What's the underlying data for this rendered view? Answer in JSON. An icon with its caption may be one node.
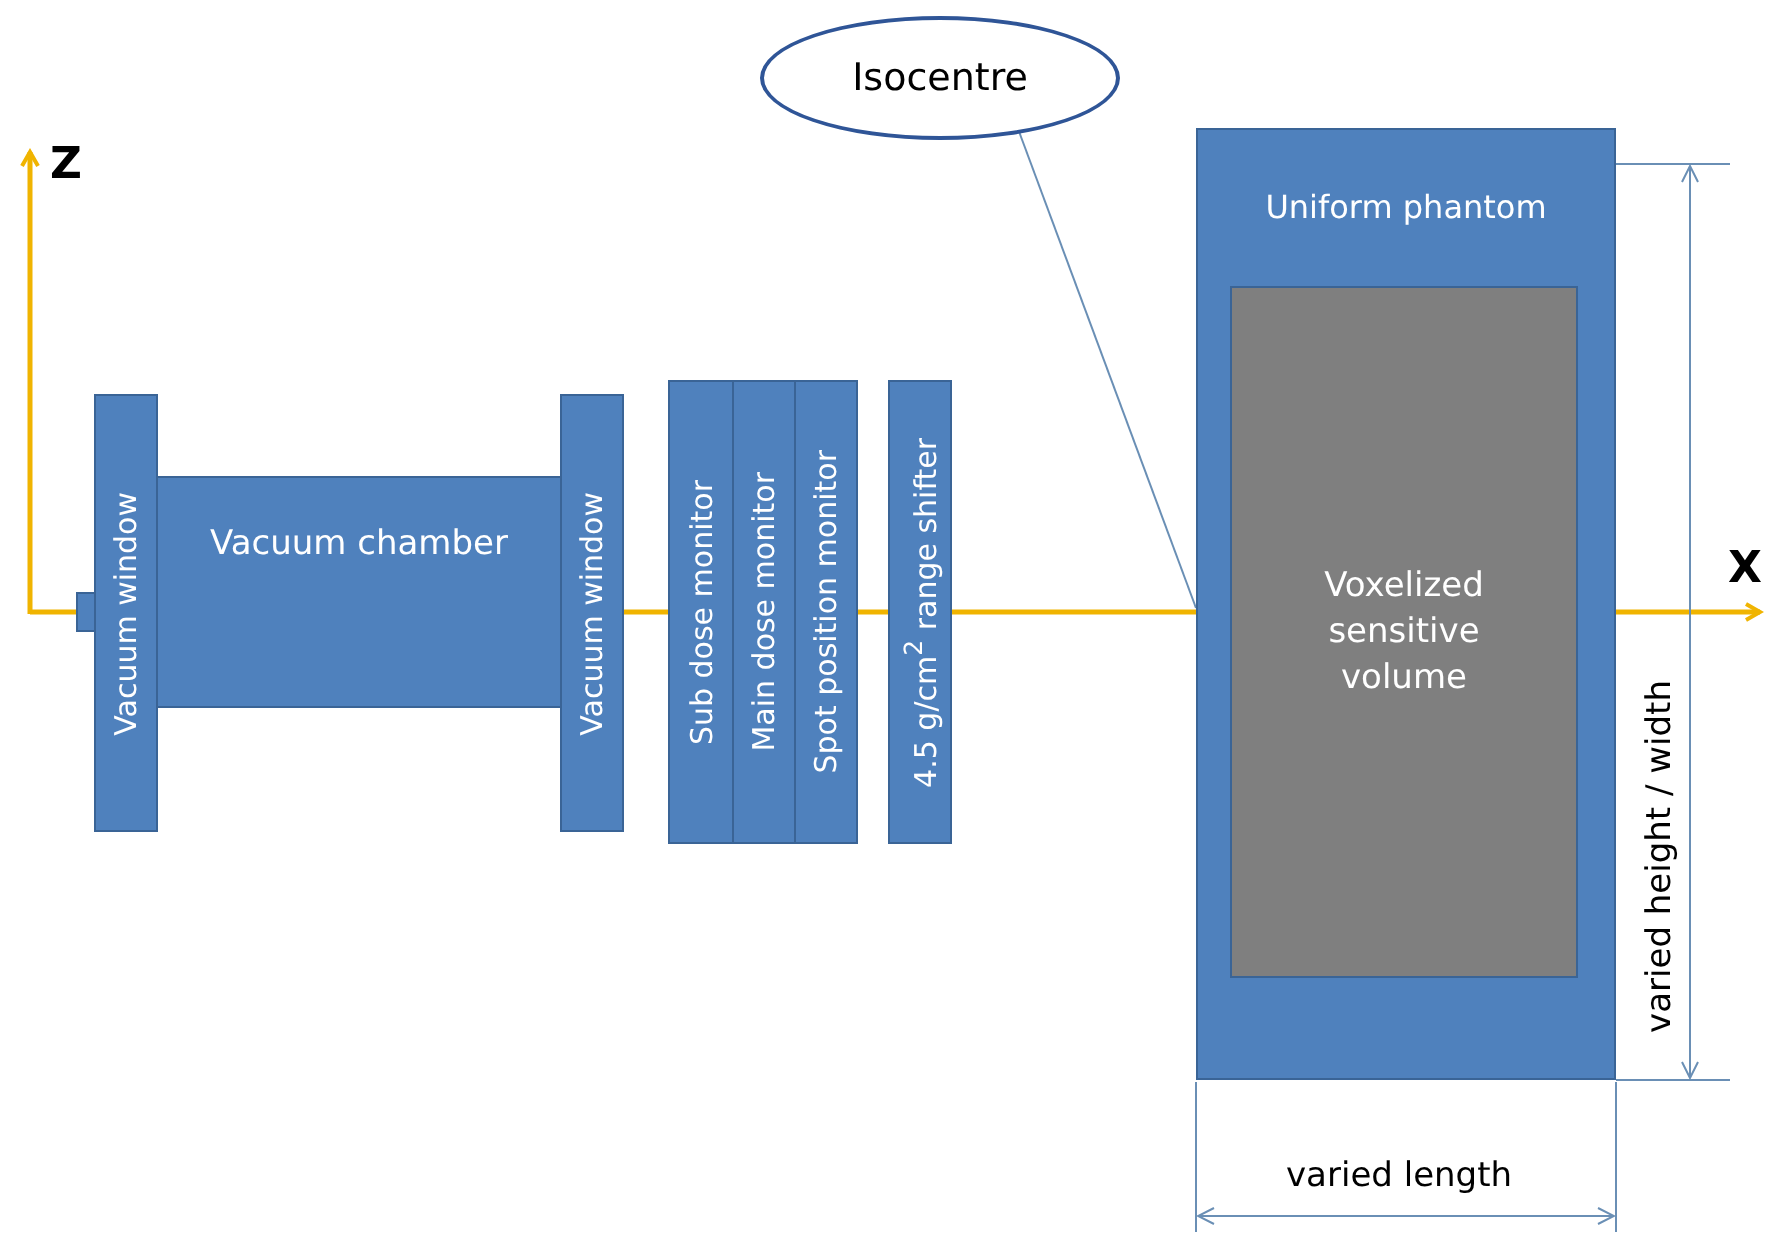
{
  "diagram": {
    "nodes": [
      {
        "text": [
          "Isocentre"
        ]
      },
      {
        "text": [
          "Vacuum window"
        ]
      },
      {
        "text": [
          "Vacuum chamber"
        ]
      },
      {
        "text": [
          "Vacuum window"
        ]
      },
      {
        "text": [
          "Sub dose monitor"
        ]
      },
      {
        "text": [
          "Main dose monitor"
        ]
      },
      {
        "text": [
          "Spot position monitor"
        ]
      },
      {
        "text": [
          "4.5 g/cm$^{2}$ range shifter"
        ]
      },
      {
        "text": [
          "Uniform phantom"
        ]
      },
      {
        "text": [
          "Voxelized sensitive volume"
        ],
        "in": 8
      }
    ],
    "edges": [
      {
        "from": 0,
        "to": 8,
        "arrow": "none"
      }
    ],
    "labels": [
      "Z",
      "X",
      "varied height / width",
      "varied length"
    ]
  }
}
